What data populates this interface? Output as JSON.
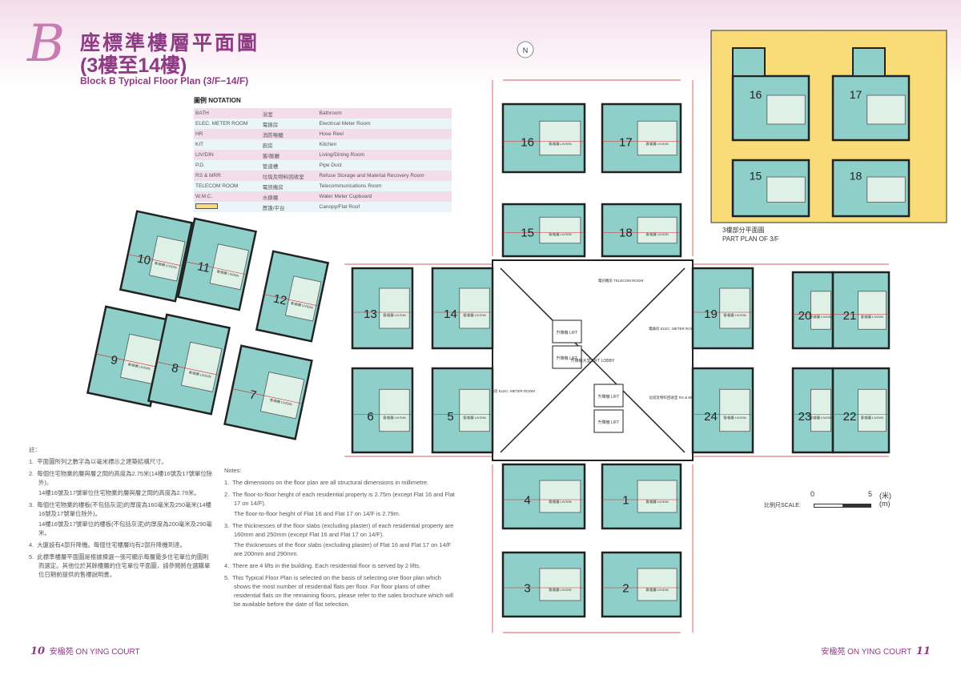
{
  "header": {
    "title_zh": "座標準樓層平面圖",
    "subtitle_zh": "(3樓至14樓)",
    "title_en": "Block B Typical Floor Plan (3/F−14/F)",
    "logo_letter": "B"
  },
  "notation": {
    "heading": "圖例 NOTATION",
    "rows": [
      [
        "BATH",
        "浴室",
        "Bathroom"
      ],
      [
        "ELEC. METER ROOM",
        "電錶房",
        "Electrical Meter Room"
      ],
      [
        "HR",
        "消防喉轆",
        "Hose Reel"
      ],
      [
        "KIT",
        "廚房",
        "Kitchen"
      ],
      [
        "LIV/DIN",
        "客/飯廳",
        "Living/Dining Room"
      ],
      [
        "P.D.",
        "管道槽",
        "Pipe Duct"
      ],
      [
        "RS & MRR",
        "垃圾及物料回收室",
        "Refuse Storage and Material Recovery Room"
      ],
      [
        "TELECOM ROOM",
        "電訊機房",
        "Telecommunications Room"
      ],
      [
        "W.M.C.",
        "水錶櫃",
        "Water Meter Cupboard"
      ],
      [
        "",
        "簷篷/平台",
        "Canopy/Flat Roof"
      ]
    ],
    "canopy_color": "#f9dc78"
  },
  "notes_zh": {
    "heading": "註：",
    "items": [
      {
        "n": "1.",
        "t": "平面圖所列之數字為以毫米標示之建築結構尺寸。"
      },
      {
        "n": "2.",
        "t": "每個住宅物業的層與層之間的高度為2.75米(14樓16號及17號單位除外)。",
        "p": "14樓16號及17號單位住宅物業的層與層之間的高度為2.79米。"
      },
      {
        "n": "3.",
        "t": "每個住宅物業的樓板(不包括灰泥)的厚度為160毫米及250毫米(14樓16號及17號單位除外)。",
        "p": "14樓16號及17號單位的樓板(不包括灰泥)的厚度為200毫米及290毫米。"
      },
      {
        "n": "4.",
        "t": "大廈設有4部升降機。每個住宅樓層均有2部升降機到達。"
      },
      {
        "n": "5.",
        "t": "此標準樓層平面圖是根據揀選一張可顯示每層最多住宅單位的圖則而選定。其他位於其餘樓層的住宅單位平面圖，請參閱將在選購單位日期前提供的售樓說明書。"
      }
    ]
  },
  "notes_en": {
    "heading": "Notes:",
    "items": [
      {
        "n": "1.",
        "t": "The dimensions on the floor plan are all structural dimensions in millimetre."
      },
      {
        "n": "2.",
        "t": "The floor-to-floor height of each residential property is 2.75m (except Flat 16 and Flat 17 on 14/F).",
        "p": "The floor-to-floor height of Flat 16 and Flat 17 on 14/F is 2.79m."
      },
      {
        "n": "3.",
        "t": "The thicknesses of the floor slabs (excluding plaster) of each residential property are 160mm and 250mm (except Flat 16 and Flat 17 on 14/F).",
        "p": "The thicknesses of the floor slabs (excluding plaster) of Flat 16 and Flat 17 on 14/F are 200mm and 290mm."
      },
      {
        "n": "4.",
        "t": "There are 4 lifts in the building. Each residential floor is served by 2 lifts."
      },
      {
        "n": "5.",
        "t": "This Typical Floor Plan is selected on the basis of selecting one floor plan which shows the most number of residential flats per floor. For floor plans of other residential flats on the remaining floors, please refer to the sales brochure which will be available before the date of flat selection."
      }
    ]
  },
  "plan": {
    "flats": [
      "16",
      "17",
      "15",
      "18",
      "13",
      "14",
      "6",
      "5",
      "19",
      "20",
      "21",
      "24",
      "23",
      "22",
      "4",
      "1",
      "3",
      "2",
      "10",
      "11",
      "12",
      "9",
      "8",
      "7"
    ],
    "room_label": "客/飯廳 LIV/DIN",
    "lift": "升降機 LIFT",
    "lobby": "升降機大堂 LIFT LOBBY",
    "elec": "電錶房 ELEC. METER ROOM",
    "telecom": "電訊機房 TELECOM ROOM",
    "rs": "垃圾及物料回收室 RS & MRR",
    "north": "N",
    "part_plan": {
      "flats": [
        "16",
        "17",
        "15",
        "18"
      ],
      "caption_zh": "3樓部分平面圖",
      "caption_en": "PART PLAN OF 3/F"
    }
  },
  "scale": {
    "zero": "0",
    "five": "5",
    "unit_zh": "(米)",
    "unit_en": "(m)",
    "label": "比例尺SCALE:"
  },
  "footer": {
    "left_page": "10",
    "right_page": "11",
    "name": "安楹苑  ON YING COURT"
  },
  "colors": {
    "flat": "#8fcfc9",
    "flat_light": "#dff0e6",
    "accent": "#8e3a85",
    "dim": "#d0242b"
  }
}
